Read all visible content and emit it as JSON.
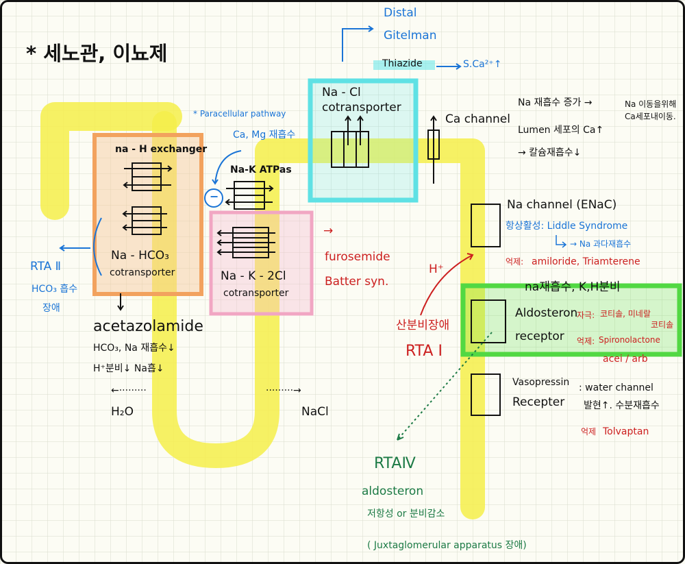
{
  "title": "* 세노관, 이뇨제",
  "distal": {
    "l1": "Distal",
    "l2": "Gitelman",
    "l3": "Thiazide",
    "l4": "S.Ca²⁺↑"
  },
  "paracellular": {
    "l1": "* Paracellular pathway",
    "l2": "Ca, Mg 재흡수"
  },
  "nacl_cotransporter": {
    "l1": "Na - Cl",
    "l2": "cotransporter"
  },
  "ca_channel": "Ca channel",
  "na_reabs_inhibit": {
    "l1": "Na 재흡수 증가 →",
    "l2": "Na 이동을위해",
    "l3": "Ca세포내이동."
  },
  "lumen": {
    "l1": "Lumen 세포의 Ca↑",
    "l2": "→ 칼슘재흡수↓"
  },
  "na_h": "na - H exchanger",
  "na_k_atpase": "Na-K ATPas",
  "minus": "−",
  "na_hco3": {
    "l1": "Na - HCO₃",
    "l2": "cotransporter"
  },
  "rta2": {
    "l1": "RTA Ⅱ",
    "l2": "HCO₃ 흡수",
    "l3": "장애"
  },
  "nkcc": {
    "l1": "Na - K - 2Cl",
    "l2": "cotransporter"
  },
  "furosemide": {
    "l1": "→",
    "l2": "furosemide",
    "l3": "Batter syn."
  },
  "acetazolamide": {
    "l1": "acetazolamide",
    "l2": "HCO₃, Na 재흡수↓",
    "l3": "H⁺분비↓ Na흡↓"
  },
  "h2o": {
    "arrow": "←·········",
    "label": "H₂O"
  },
  "nacl": {
    "arrow": "·········→",
    "label": "NaCl"
  },
  "enac": {
    "l1": "Na channel (ENaC)",
    "l2": "항상활성: Liddle Syndrome",
    "l3": "→ Na 과다재흡수",
    "l4_lbl": "억제:",
    "l4": "amiloride, Triamterene"
  },
  "h_plus": "H⁺",
  "rta1": {
    "l1": "산분비장애",
    "l2": "RTA Ⅰ"
  },
  "aldo_head": "na재흡수, K,H분비",
  "aldo": {
    "l1": "Aldosteron",
    "l2": "receptor",
    "ag_lbl": "자극:",
    "ag1": "코티솔, 미네랄",
    "ag2": "코티솔",
    "inh_lbl": "억제:",
    "inh1": "Spironolactone",
    "inh2": "acei / arb"
  },
  "vaso": {
    "l1": "Vasopressin",
    "l2": "Recepter",
    "d1": ": water channel",
    "d2": "발현↑. 수분재흡수",
    "inh_lbl": "억제",
    "inh": "Tolvaptan"
  },
  "rta4": {
    "l1": "RTAⅣ",
    "l2": "aldosteron",
    "l3": "저항성 or  분비감소",
    "l4": "( Juxtaglomerular apparatus 장애)"
  },
  "colors": {
    "yellow": "#f4ef4a",
    "orange": "#f7c79a",
    "pink": "#f4b8cf",
    "cyan": "#6ee8ea",
    "green": "#5fe04e",
    "blue": "#1a74d6",
    "red": "#cc1f1f",
    "green_text": "#1c7a45"
  }
}
